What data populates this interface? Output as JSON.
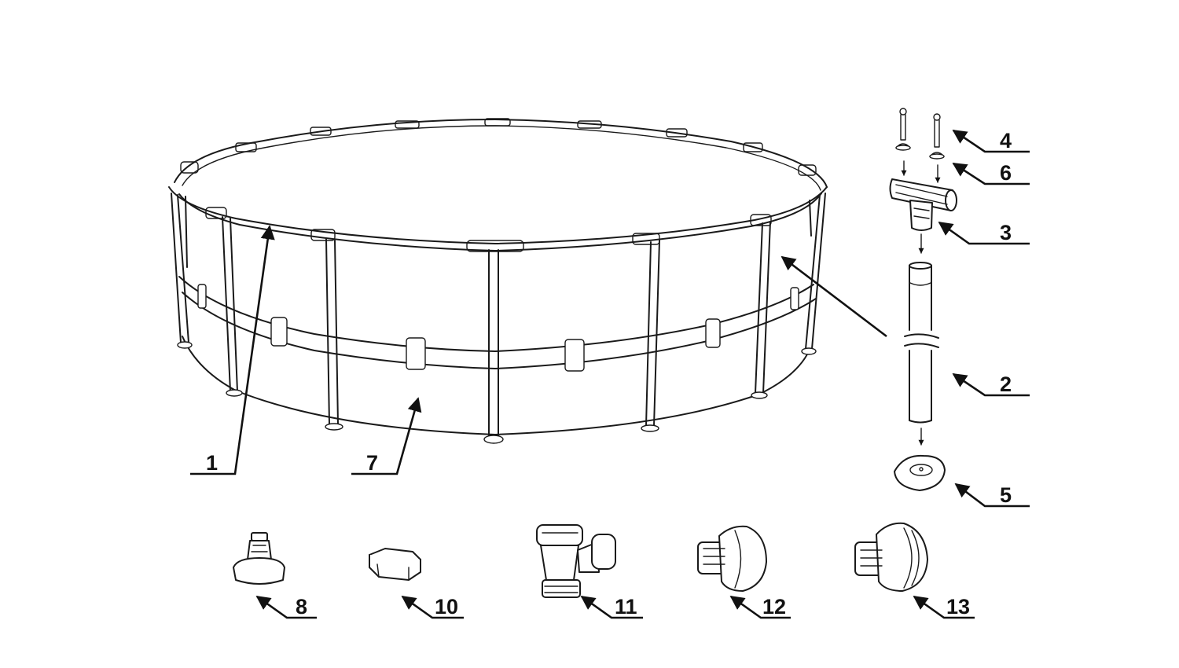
{
  "colors": {
    "line": "#1a1a1a",
    "background": "#ffffff"
  },
  "parts": [
    {
      "number": "1",
      "icon": "top-rail-icon"
    },
    {
      "number": "2",
      "icon": "vertical-leg-icon"
    },
    {
      "number": "3",
      "icon": "t-joint-icon"
    },
    {
      "number": "4",
      "icon": "pin-icon"
    },
    {
      "number": "5",
      "icon": "leg-cap-icon"
    },
    {
      "number": "6",
      "icon": "seal-icon"
    },
    {
      "number": "7",
      "icon": "pool-liner-icon"
    },
    {
      "number": "8",
      "icon": "drain-connector-icon"
    },
    {
      "number": "10",
      "icon": "drain-plug-icon"
    },
    {
      "number": "11",
      "icon": "plunger-valve-icon"
    },
    {
      "number": "12",
      "icon": "strainer-connector-icon"
    },
    {
      "number": "13",
      "icon": "inlet-jet-icon"
    }
  ]
}
